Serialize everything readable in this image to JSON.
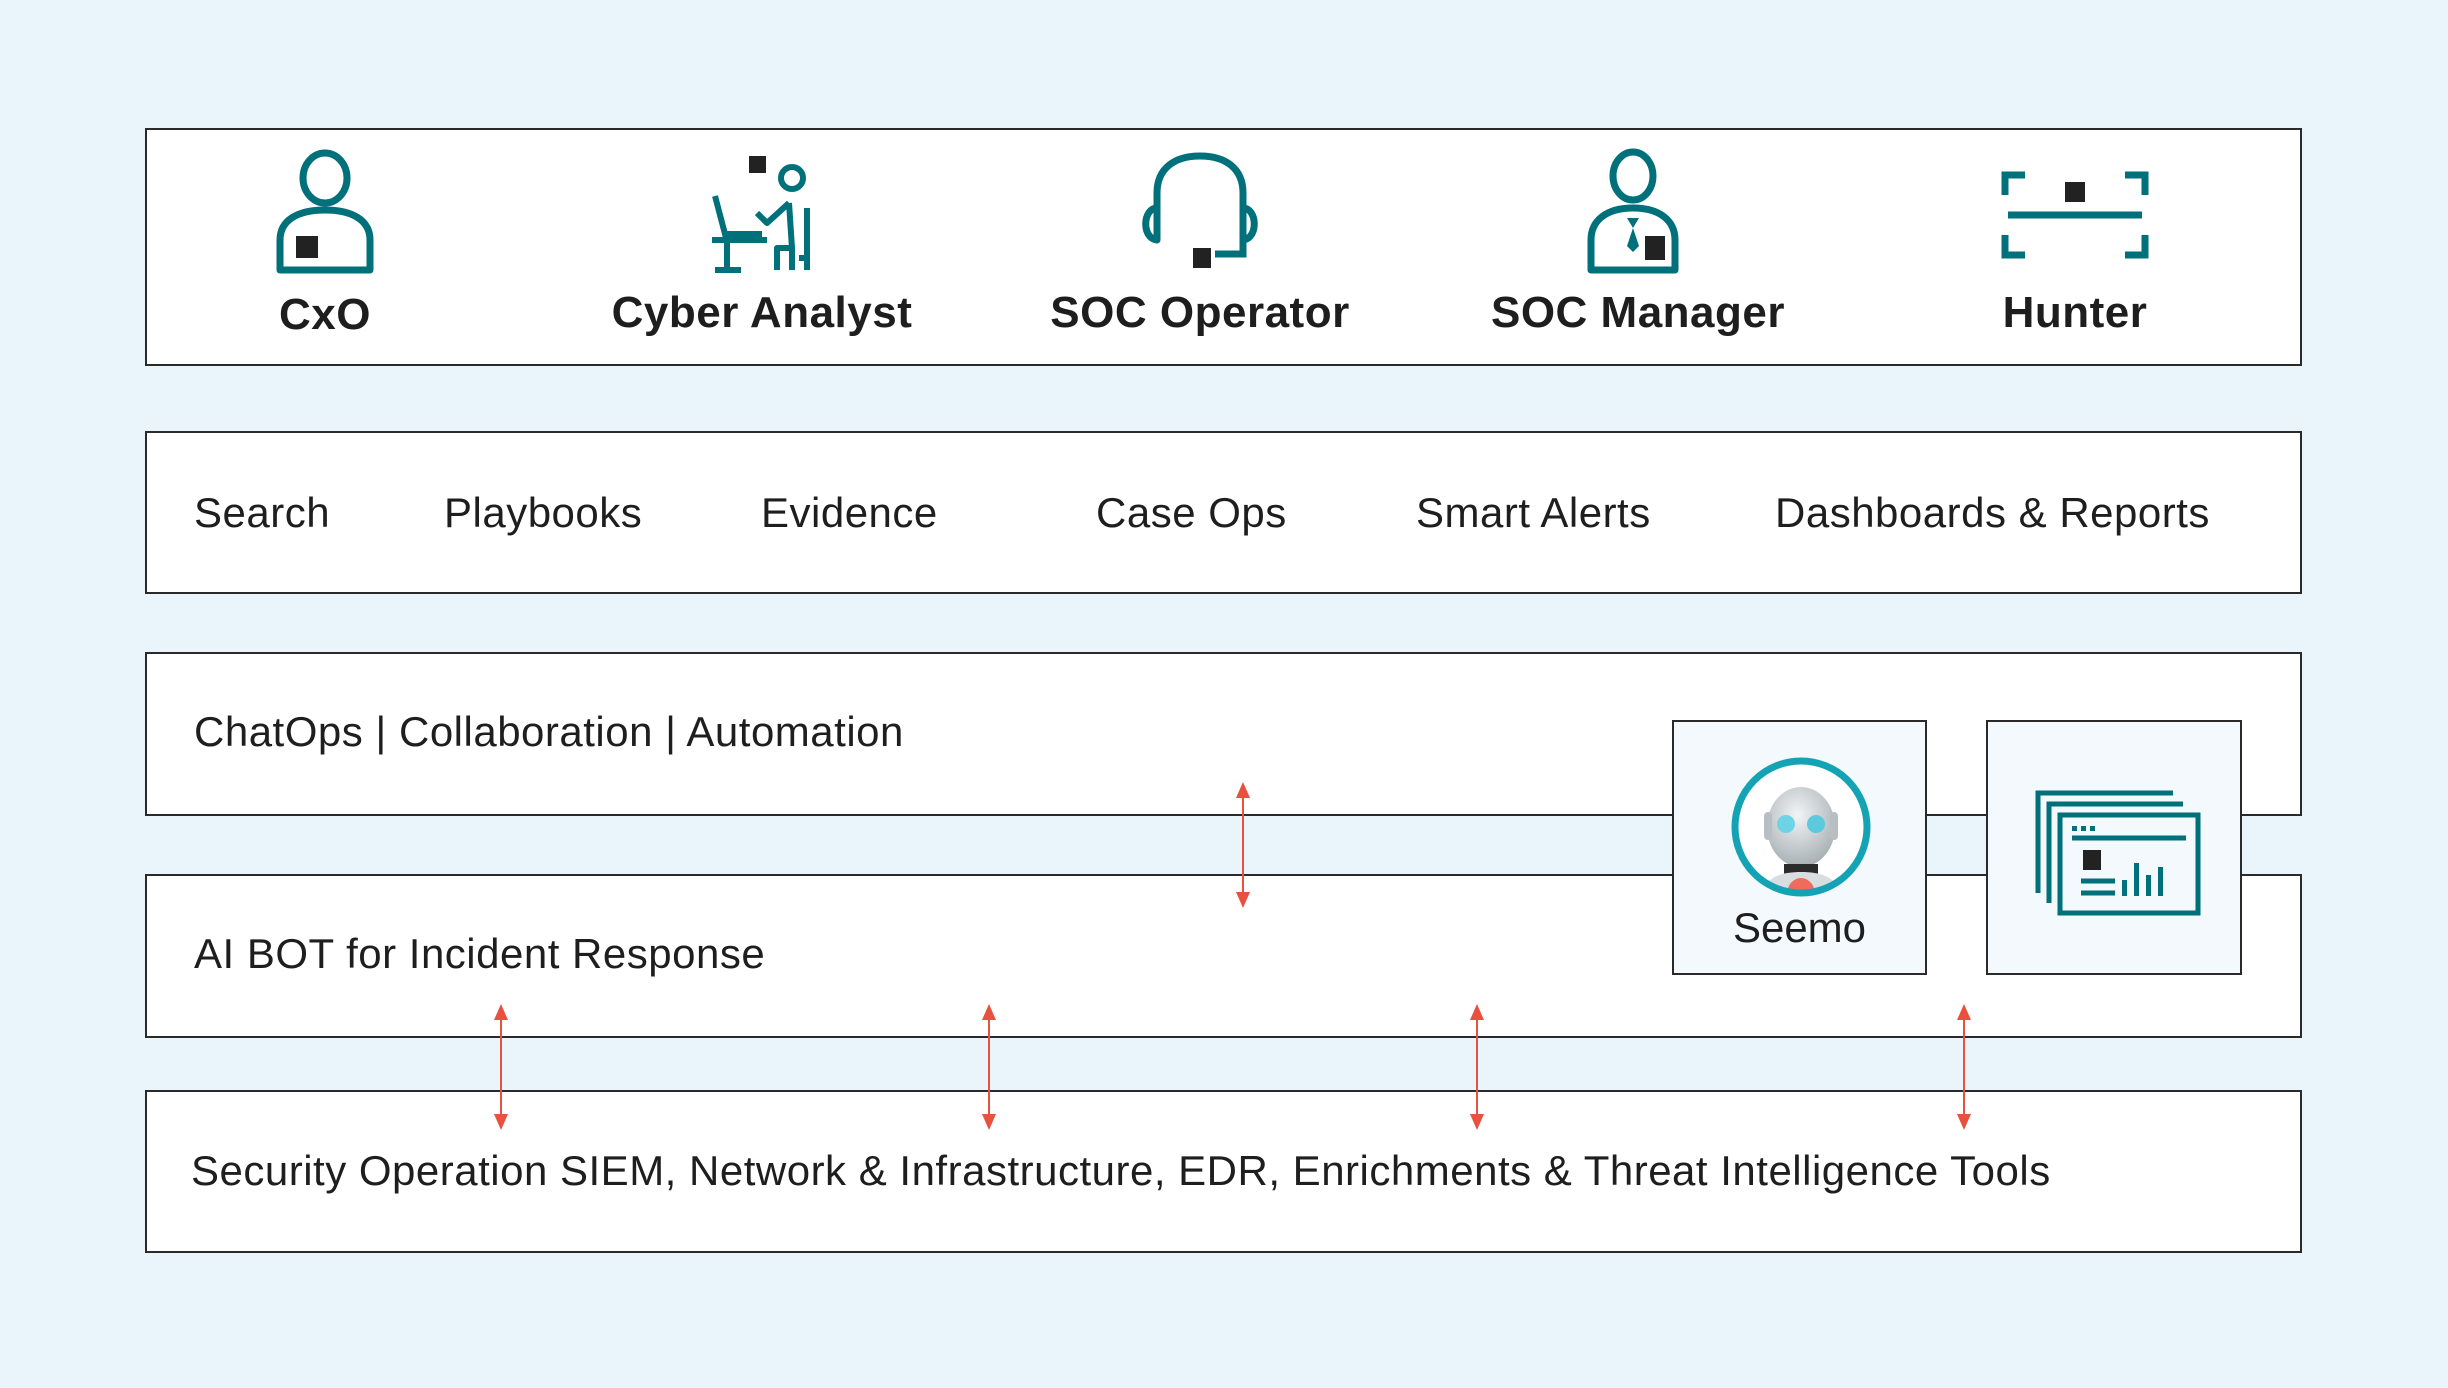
{
  "colors": {
    "background": "#eaf5fb",
    "accent_teal": "#00707a",
    "robot_ring": "#14a3b4",
    "arrow_red": "#e8503f",
    "text": "#1e1e1e"
  },
  "personas": [
    {
      "label": "CxO",
      "icon": "person-icon"
    },
    {
      "label": "Cyber Analyst",
      "icon": "analyst-at-desk-icon"
    },
    {
      "label": "SOC Operator",
      "icon": "headset-icon"
    },
    {
      "label": "SOC Manager",
      "icon": "manager-with-tie-icon"
    },
    {
      "label": "Hunter",
      "icon": "scan-frame-icon"
    }
  ],
  "features": [
    "Search",
    "Playbooks",
    "Evidence",
    "Case Ops",
    "Smart Alerts",
    "Dashboards & Reports"
  ],
  "layers": {
    "collaboration": "ChatOps | Collaboration | Automation",
    "ai_bot": "AI BOT for Incident Response",
    "tools": "Security Operation SIEM, Network & Infrastructure, EDR, Enrichments & Threat Intelligence Tools"
  },
  "tiles": {
    "bot": {
      "label": "Seemo",
      "icon": "robot-avatar-icon"
    },
    "dashboards": {
      "icon": "dashboard-windows-icon"
    }
  },
  "arrows": {
    "between_collaboration_and_ai_bot": 1,
    "between_ai_bot_and_tools": 4,
    "type": "bidirectional"
  }
}
